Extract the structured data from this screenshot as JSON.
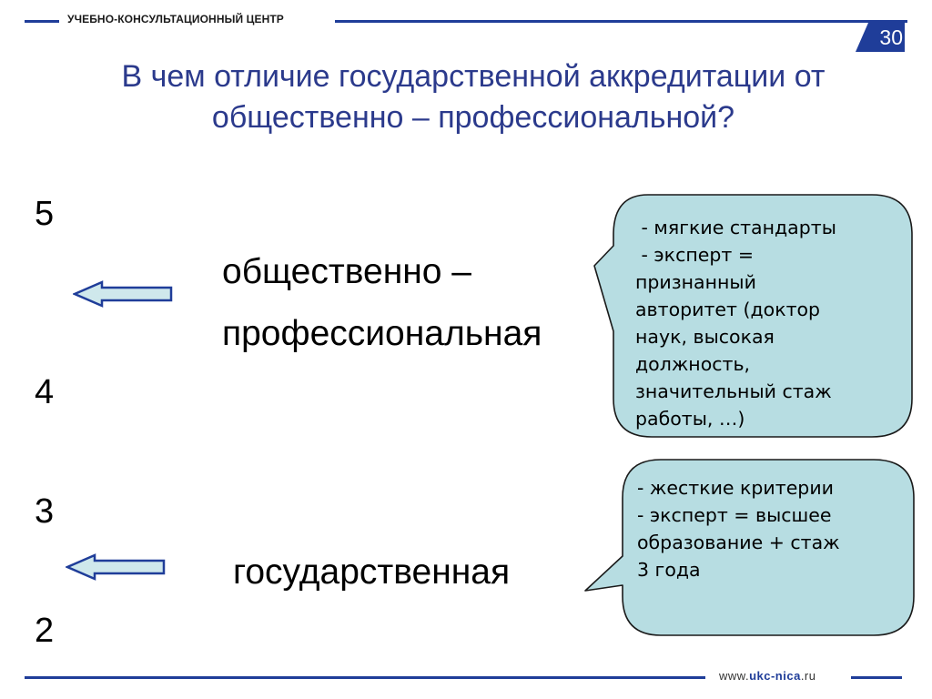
{
  "header": {
    "center_label": "УЧЕБНО-КОНСУЛЬТАЦИОННЫЙ ЦЕНТР",
    "page_number": "30"
  },
  "title": {
    "line1": "В чем отличие государственной аккредитации от",
    "line2": "общественно – профессиональной?"
  },
  "grades": [
    "5",
    "4",
    "3",
    "2"
  ],
  "labels": {
    "public_professional_line1": "общественно –",
    "public_professional_line2": "профессиональная",
    "state": "государственная"
  },
  "callouts": {
    "public_professional": [
      " - мягкие стандарты",
      " - эксперт =",
      "признанный",
      "авторитет (доктор",
      "наук, высокая",
      "должность,",
      "значительный стаж",
      "работы, …)"
    ],
    "state": [
      "- жесткие критерии",
      "- эксперт = высшее",
      "образование + стаж",
      "3 года"
    ]
  },
  "footer": {
    "url_prefix": "www.",
    "url_main": "ukc-nica",
    "url_suffix": ".ru"
  },
  "colors": {
    "brand_blue": "#1f3d99",
    "title_blue": "#2b3a8c",
    "callout_fill": "#b7dde2",
    "arrow_fill": "#cfe8ec"
  }
}
